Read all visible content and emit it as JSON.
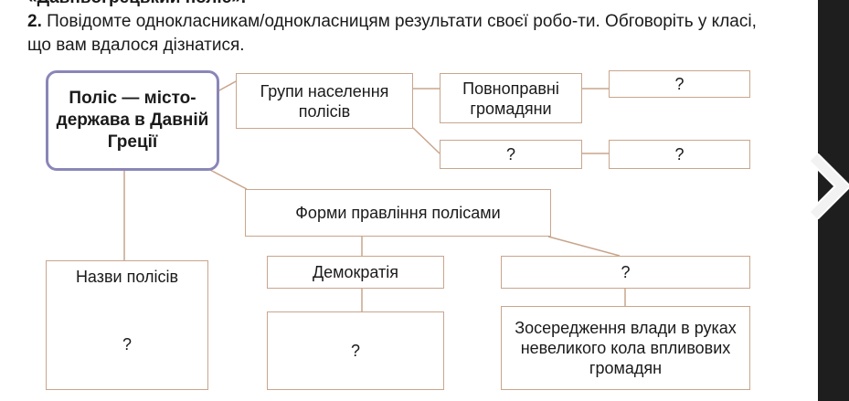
{
  "header": {
    "prev_line": "«Давньогрецький поліс».",
    "task_number": "2.",
    "task_text": " Повідомте однокласникам/однокласницям результати своєї робо-ти. Обговоріть у класі, що вам вдалося дізнатися."
  },
  "diagram": {
    "main": "Поліс — місто-держава в Давній Греції",
    "groups": "Групи населення полісів",
    "full_citizens": "Повноправні громадяни",
    "full_citizens_q": "?",
    "row2_q1": "?",
    "row2_q2": "?",
    "forms": "Форми правління полісами",
    "names": "Назви полісів",
    "names_q": "?",
    "democracy": "Демократія",
    "democracy_q": "?",
    "other_form": "?",
    "oligarchy_desc": "Зосередження влади в руках невеликого кола впливових громадян"
  },
  "colors": {
    "box_border": "#c9a58c",
    "main_border": "#8a86b8",
    "side_strip": "#1e1e1e"
  },
  "icons": {
    "next": "chevron-right-icon"
  }
}
